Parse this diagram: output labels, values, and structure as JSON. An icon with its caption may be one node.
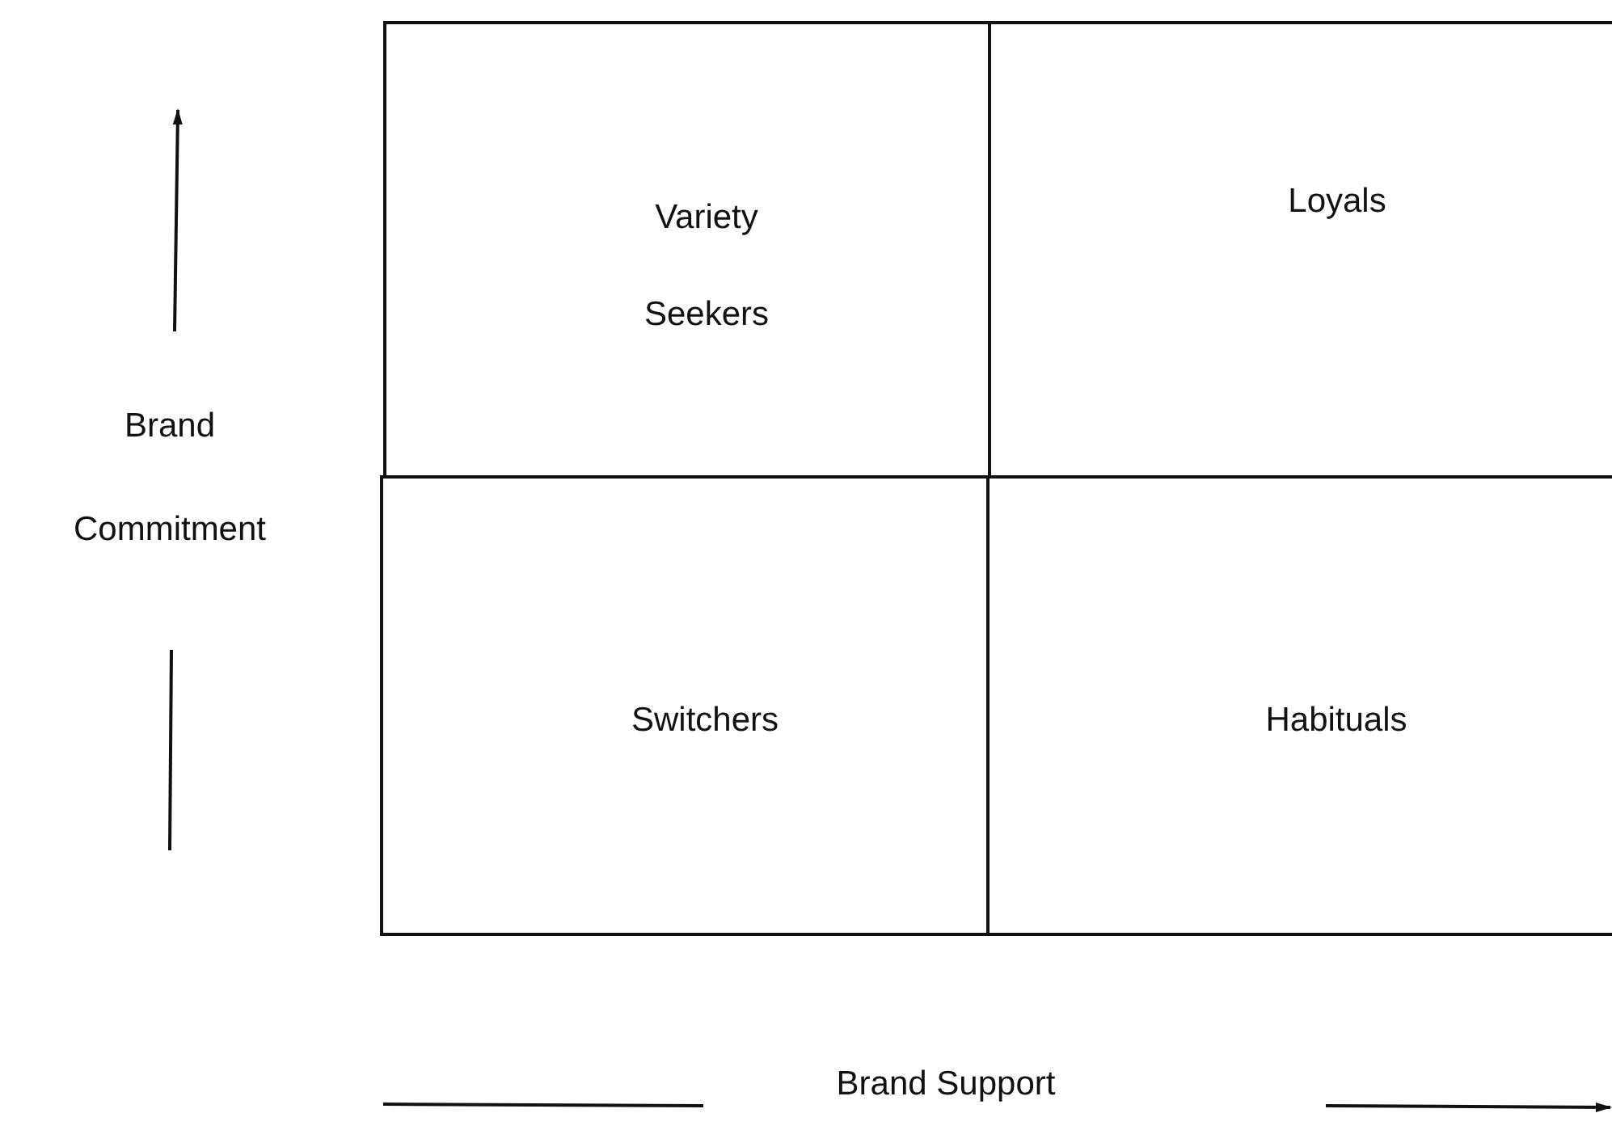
{
  "diagram": {
    "nodes": [
      {
        "text": [
          "Variety Seekers"
        ]
      },
      {
        "text": [
          "Loyals"
        ]
      },
      {
        "text": [
          "Switchers"
        ]
      },
      {
        "text": [
          "Habituals"
        ]
      }
    ],
    "edges": [],
    "labels": [
      "Brand Commitment",
      "Brand Support"
    ]
  }
}
